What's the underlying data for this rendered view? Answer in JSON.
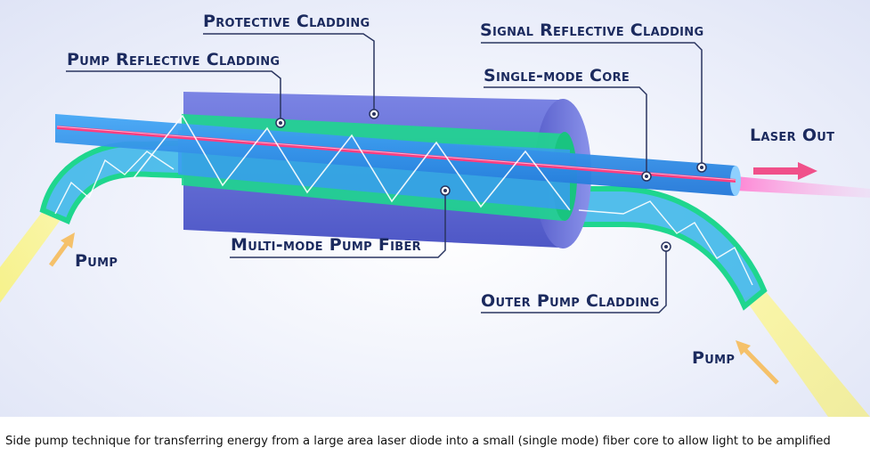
{
  "labels": {
    "protective_cladding": "Protective Cladding",
    "signal_reflective_cladding": "Signal Reflective Cladding",
    "pump_reflective_cladding": "Pump Reflective Cladding",
    "single_mode_core": "Single-mode Core",
    "laser_out": "Laser Out",
    "multi_mode_pump_fiber": "Multi-mode Pump Fiber",
    "outer_pump_cladding": "Outer Pump Cladding",
    "pump_left": "Pump",
    "pump_right": "Pump"
  },
  "caption": "Side pump technique for transferring energy from a large area laser diode into a small (single mode) fiber core to allow light to be amplified",
  "colors": {
    "protective_cladding": "#6b74d8",
    "pump_cladding": "#1fd68e",
    "fiber": "#2f96f0",
    "core": "#ff3d80",
    "pump_beam": "#f5ee7a",
    "laser_arrow": "#f0508a",
    "pump_arrow": "#f5c16a",
    "label_text": "#1b2a5e",
    "leader_line": "#2a3560"
  }
}
